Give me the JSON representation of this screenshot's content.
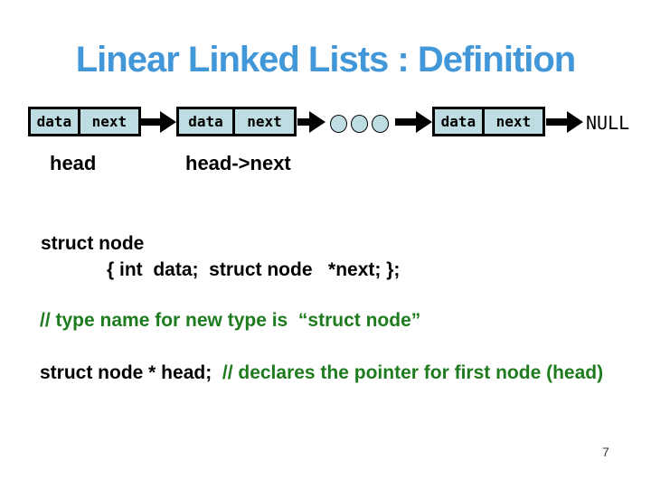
{
  "slide": {
    "title": "Linear Linked Lists : Definition",
    "page_number": "7"
  },
  "diagram": {
    "nodes": [
      {
        "data_label": "data",
        "next_label": "next"
      },
      {
        "data_label": "data",
        "next_label": "next"
      },
      {
        "data_label": "data",
        "next_label": "next"
      }
    ],
    "null_label": "NULL",
    "head_label": "head",
    "head_next_label": "head->next",
    "ellipsis_circle_count": 3
  },
  "code": {
    "line1": "struct node",
    "line2": "{ int  data;  struct node   *next; };",
    "comment1": "// type name for new type is  “struct node”",
    "line3_black": "struct node * head;  ",
    "line3_green": "// declares the pointer for first node (head)"
  },
  "colors": {
    "title_blue": "#4297d9",
    "node_fill": "#bedde2",
    "comment_green": "#1e7b1e"
  }
}
